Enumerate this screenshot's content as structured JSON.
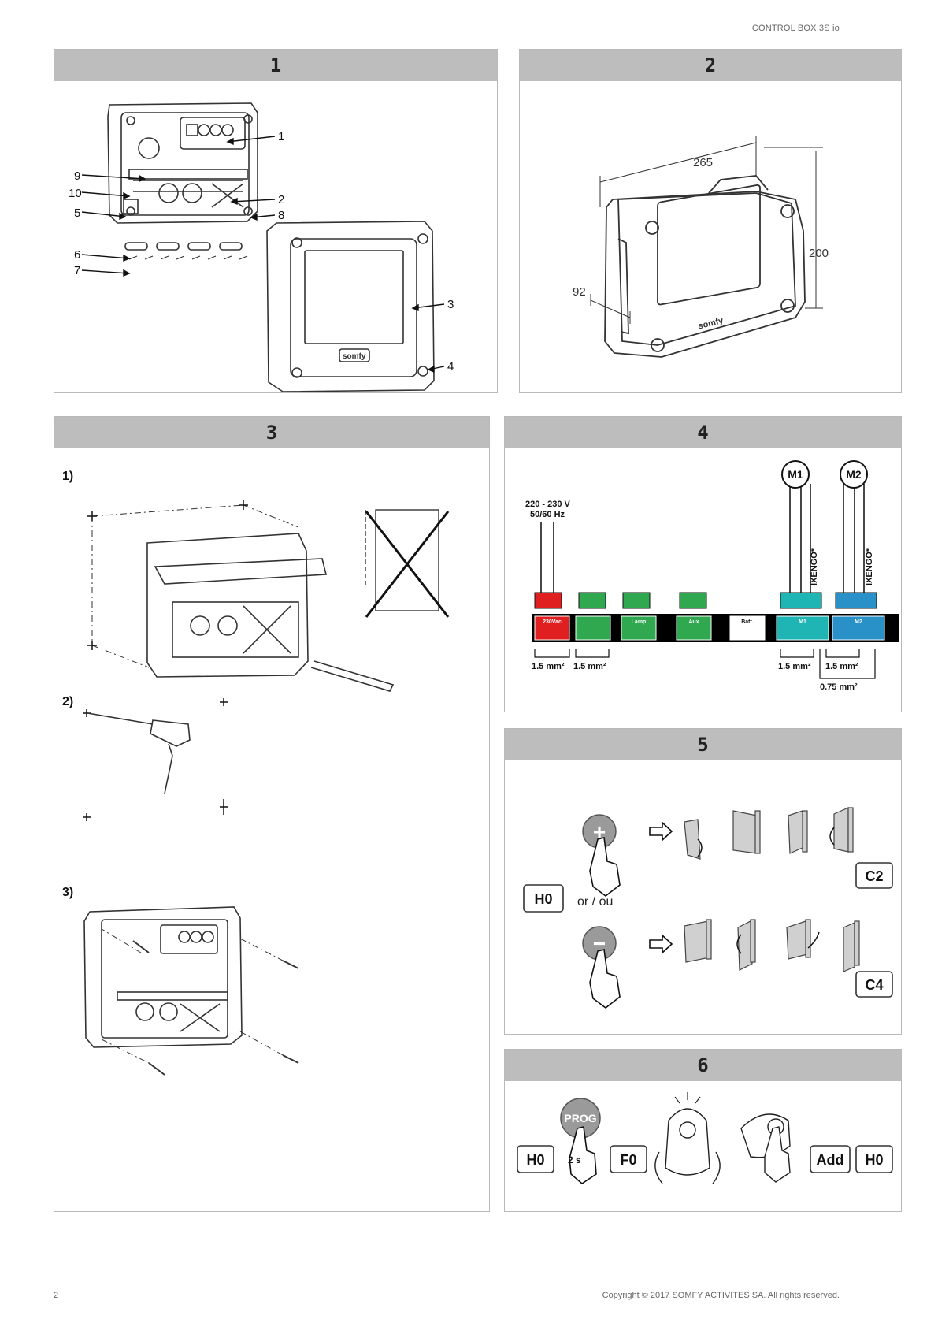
{
  "header": {
    "doc_title": "CONTROL BOX 3S io"
  },
  "footer": {
    "page_number": "2",
    "copyright": "Copyright © 2017 SOMFY ACTIVITES SA. All rights reserved."
  },
  "panel1": {
    "number": "1",
    "callouts": [
      "1",
      "2",
      "3",
      "4",
      "5",
      "6",
      "7",
      "8",
      "9",
      "10"
    ],
    "brand": "somfy"
  },
  "panel2": {
    "number": "2",
    "dims": {
      "width": "265",
      "height": "200",
      "depth": "92"
    },
    "brand": "somfy"
  },
  "panel3": {
    "number": "3",
    "steps": [
      "1)",
      "2)",
      "3)"
    ]
  },
  "panel4": {
    "number": "4",
    "voltage": "220 - 230 V",
    "frequency": "50/60 Hz",
    "motors": [
      "M1",
      "M2"
    ],
    "ixengo": "IXENGO*",
    "terminals": [
      "230Vac",
      "",
      "Lamp",
      "Aux",
      "Batt.",
      "M1",
      "M2"
    ],
    "wire_sizes": [
      "1.5 mm²",
      "1.5 mm²",
      "1.5 mm²",
      "1.5 mm²",
      "0.75 mm²"
    ],
    "colors": {
      "power": "#e02020",
      "green": "#2fa84f",
      "teal": "#1fb5b5",
      "blue": "#2a90c8"
    }
  },
  "panel5": {
    "number": "5",
    "display_start": "H0",
    "or_label": "or / ou",
    "plus": "+",
    "minus": "−",
    "code_plus": "C2",
    "code_minus": "C4"
  },
  "panel6": {
    "number": "6",
    "display_start": "H0",
    "prog_label": "PROG",
    "press_time": "2 s",
    "display_mid": "F0",
    "display_add": "Add",
    "display_end": "H0"
  }
}
